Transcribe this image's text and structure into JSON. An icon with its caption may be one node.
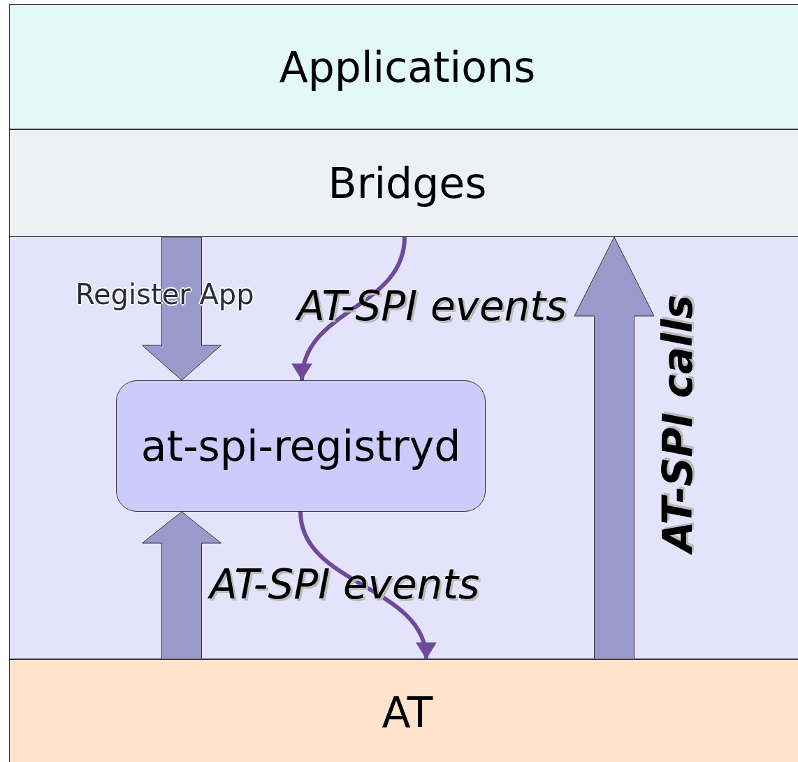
{
  "diagram": {
    "nodes": [
      {
        "text": [
          "Applications"
        ]
      },
      {
        "text": [
          "Bridges"
        ]
      },
      {
        "text": [],
        "shape": "box"
      },
      {
        "text": [
          "at-spi-registryd"
        ],
        "in": 2
      },
      {
        "text": [
          "AT"
        ]
      }
    ],
    "edges": [
      {
        "from": 1,
        "to": 3,
        "arrow": "to",
        "label": "Register App",
        "style": "thick"
      },
      {
        "from": 1,
        "to": 3,
        "arrow": "to",
        "label": "AT-SPI events",
        "color": "#6f4a9a"
      },
      {
        "from": 3,
        "to": 4,
        "arrow": "to",
        "label": "AT-SPI events",
        "color": "#6f4a9a"
      },
      {
        "from": 4,
        "to": 3,
        "arrow": "to",
        "style": "thick"
      },
      {
        "from": 4,
        "to": 1,
        "arrow": "to",
        "label": "AT-SPI calls",
        "style": "thick"
      }
    ]
  }
}
